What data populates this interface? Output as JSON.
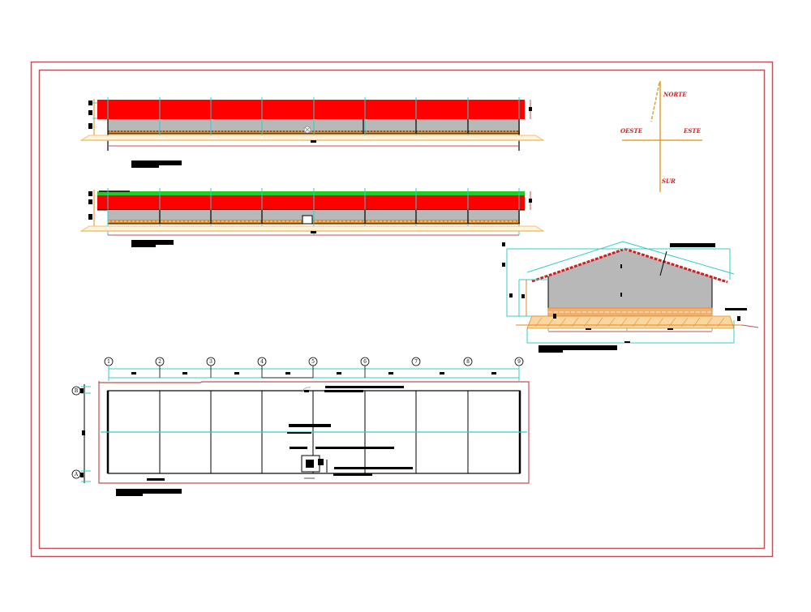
{
  "drawing": {
    "frame": {
      "outer_color": "#c0505a",
      "inner_color": "#c0505a"
    },
    "colors": {
      "roof_red": "#ff0000",
      "wall_gray": "#b8b8b8",
      "dimension_cyan": "#33cccc",
      "orange": "#e08a20",
      "ground_tan": "#f0c070",
      "green_ridge": "#22cc22",
      "compass": "#e0a030",
      "compass_label": "#cc2222",
      "line_black": "#000000"
    },
    "compass": {
      "north": "NORTE",
      "south": "SUR",
      "east": "ESTE",
      "west": "OESTE"
    },
    "elevation_front": {
      "label": "",
      "bays": 8
    },
    "elevation_rear": {
      "label": "",
      "bays": 8
    },
    "cross_section": {
      "label": ""
    },
    "floor_plan": {
      "label": "",
      "grid_columns": [
        "1",
        "2",
        "3",
        "4",
        "5",
        "6",
        "7",
        "8",
        "9"
      ],
      "grid_rows": [
        "B",
        "A"
      ]
    }
  }
}
